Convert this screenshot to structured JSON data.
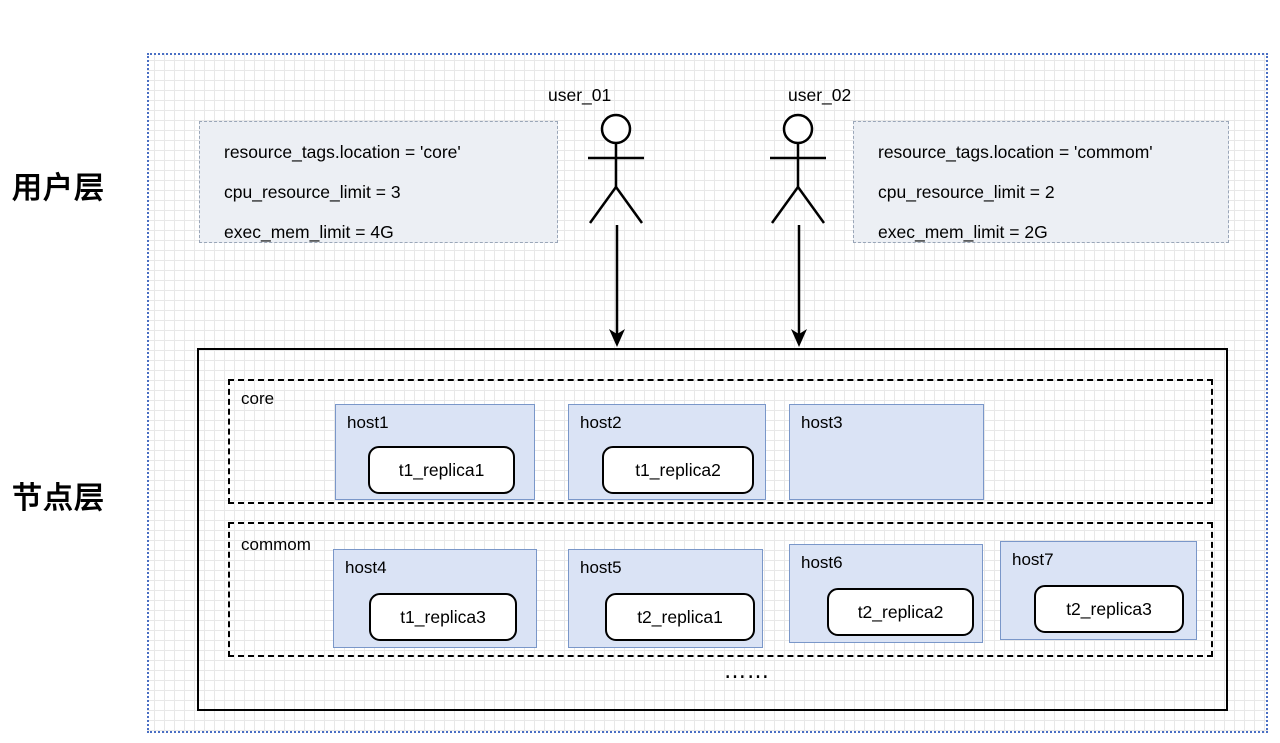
{
  "canvas": {
    "selection_border_color": "#4a6fc4",
    "grid_color": "#e8e8e8"
  },
  "layers": {
    "user_layer_caption": "用户层",
    "node_layer_caption": "节点层"
  },
  "users": [
    {
      "label": "user_01",
      "properties": [
        "resource_tags.location = 'core'",
        "cpu_resource_limit = 3",
        "exec_mem_limit = 4G"
      ]
    },
    {
      "label": "user_02",
      "properties": [
        "resource_tags.location = 'commom'",
        "cpu_resource_limit = 2",
        "exec_mem_limit = 2G"
      ]
    }
  ],
  "node_layer": {
    "groups": [
      {
        "label": "core",
        "hosts": [
          {
            "label": "host1",
            "replica": "t1_replica1"
          },
          {
            "label": "host2",
            "replica": "t1_replica2"
          },
          {
            "label": "host3",
            "replica": null
          }
        ]
      },
      {
        "label": "commom",
        "hosts": [
          {
            "label": "host4",
            "replica": "t1_replica3"
          },
          {
            "label": "host5",
            "replica": "t2_replica1"
          },
          {
            "label": "host6",
            "replica": "t2_replica2"
          },
          {
            "label": "host7",
            "replica": "t2_replica3"
          }
        ]
      }
    ],
    "ellipsis": "……"
  },
  "colors": {
    "host_fill": "#dae3f5",
    "host_border": "#7a97c9",
    "property_fill": "#eceff4",
    "property_border": "#9aa6b8",
    "replica_fill": "#ffffff",
    "replica_border": "#000000"
  }
}
